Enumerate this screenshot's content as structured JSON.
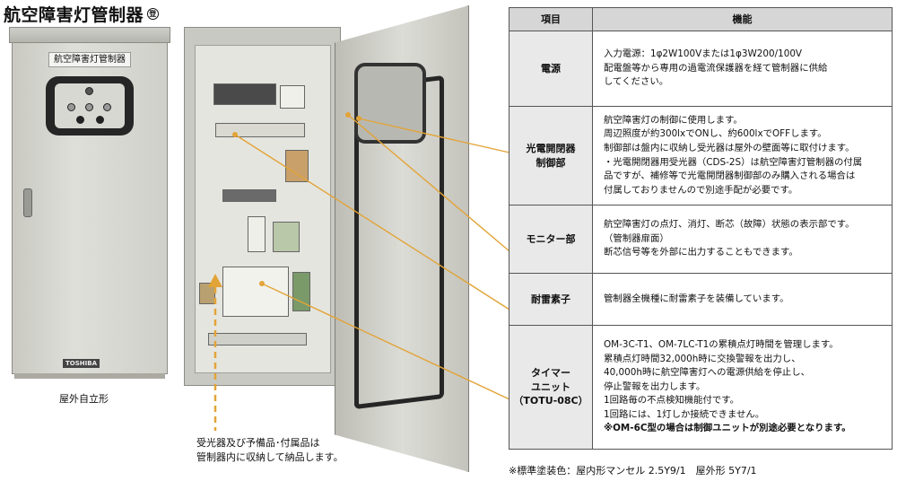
{
  "title": "航空障害灯管制器",
  "title_mark": "登",
  "left_caption": "屋外自立形",
  "cabinet_plate": "航空障害灯管制器",
  "cabinet_logo": "TOSHIBA",
  "storage_caption": [
    "受光器及び予備品･付属品は",
    "管制器内に収納して納品します。"
  ],
  "table": {
    "headers": [
      "項目",
      "機能"
    ],
    "rows": [
      {
        "item": [
          "電源"
        ],
        "lines": [
          "入力電源：1φ2W100Vまたは1φ3W200/100V",
          "配電盤等から専用の過電流保護器を経て管制器に供給",
          "してください。"
        ]
      },
      {
        "item": [
          "光電開閉器",
          "制御部"
        ],
        "lines": [
          "航空障害灯の制御に使用します。",
          "周辺照度が約300lxでONし、約600lxでOFFします。",
          "制御部は盤内に収納し受光器は屋外の壁面等に取付けます。",
          "・光電開閉器用受光器（CDS-2S）は航空障害灯管制器の付属",
          "品ですが、補修等で光電開閉器制御部のみ購入される場合は",
          "付属しておりませんので別途手配が必要です。"
        ]
      },
      {
        "item": [
          "モニター部"
        ],
        "lines": [
          "航空障害灯の点灯、消灯、断芯（故障）状態の表示部です。",
          "（管制器扉面）",
          "断芯信号等を外部に出力することもできます。"
        ]
      },
      {
        "item": [
          "耐雷素子"
        ],
        "lines": [
          "管制器全機種に耐雷素子を装備しています。"
        ]
      },
      {
        "item": [
          "タイマー",
          "ユニット",
          "（TOTU-08C）"
        ],
        "lines": [
          "OM-3C-T1、OM-7LC-T1の累積点灯時間を管理します。",
          "累積点灯時間32,000h時に交換警報を出力し、",
          "40,000h時に航空障害灯への電源供給を停止し、",
          "停止警報を出力します。",
          "1回路毎の不点検知機能付です。",
          "1回路には、1灯しか接続できません。"
        ],
        "strong_line": "※OM-6C型の場合は制御ユニットが別途必要となります。"
      }
    ]
  },
  "note": "※標準塗装色：屋内形マンセル 2.5Y9/1　屋外形 5Y7/1"
}
